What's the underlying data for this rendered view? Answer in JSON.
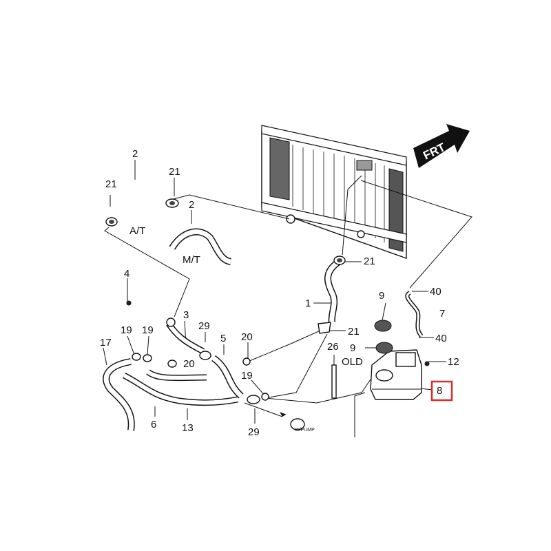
{
  "labels": {
    "frt": "FRT",
    "at": "A/T",
    "mt": "M/T",
    "old": "OLD",
    "wpump": "W/PUMP",
    "p1": "1",
    "p2a": "2",
    "p2b": "2",
    "p3": "3",
    "p4": "4",
    "p5": "5",
    "p6": "6",
    "p7": "7",
    "p8": "8",
    "p9a": "9",
    "p9b": "9",
    "p12": "12",
    "p13": "13",
    "p17": "17",
    "p19a": "19",
    "p19b": "19",
    "p19c": "19",
    "p20a": "20",
    "p20b": "20",
    "p21a": "21",
    "p21b": "21",
    "p21c": "21",
    "p21d": "21",
    "p26": "26",
    "p29a": "29",
    "p29b": "29",
    "p40a": "40",
    "p40b": "40"
  },
  "highlight": {
    "part": "8",
    "color": "#d32f2f"
  }
}
